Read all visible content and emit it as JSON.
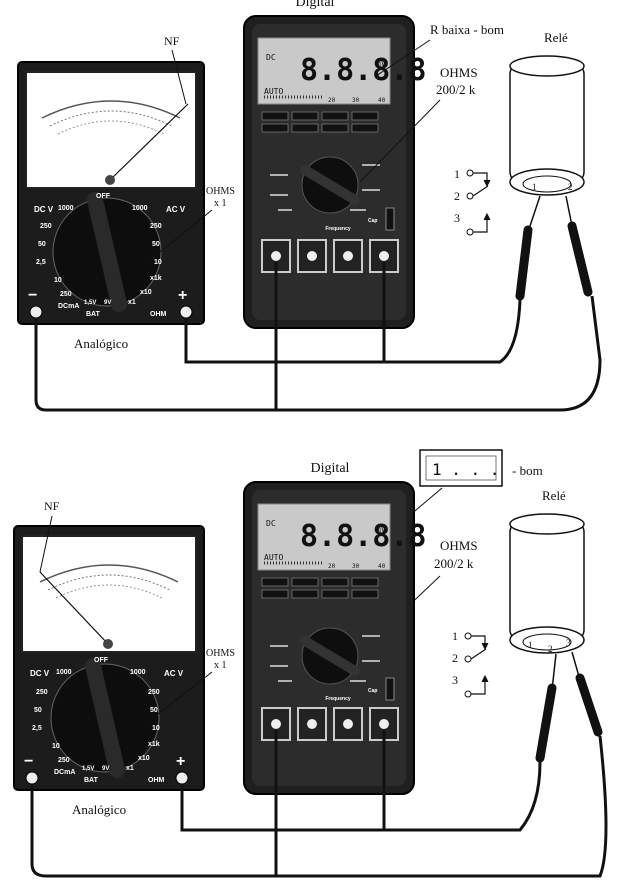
{
  "top": {
    "digital_label": "Digital",
    "lcd_reading": "8.8.8.8",
    "lcd_dc": "DC",
    "lcd_mv": "mV",
    "lcd_auto": "AUTO",
    "lcd_scale": [
      "20",
      "30",
      "40"
    ],
    "annotation_r": "R baixa - bom",
    "ohms_label": "OHMS",
    "ohms_range": "200/2 k",
    "frequency_label": "Frequency",
    "cap_label": "Cap",
    "analog_label": "Analógico",
    "nf_label": "NF",
    "analog_ohms": "OHMS",
    "analog_ohms_x": "x 1",
    "rele_label": "Relé",
    "contacts": [
      "1",
      "2",
      "3"
    ],
    "relay_pins": [
      "1",
      "2"
    ]
  },
  "bottom": {
    "digital_label": "Digital",
    "display_reading": "1 . . .",
    "display_suffix": "- bom",
    "lcd_reading": "8.8.8.8",
    "lcd_dc": "DC",
    "lcd_mv": "mV",
    "lcd_auto": "AUTO",
    "lcd_scale": [
      "20",
      "30",
      "40"
    ],
    "ohms_label": "OHMS",
    "ohms_range": "200/2 k",
    "frequency_label": "Frequency",
    "cap_label": "Cap",
    "analog_label": "Analógico",
    "nf_label": "NF",
    "analog_ohms": "OHMS",
    "analog_ohms_x": "x 1",
    "rele_label": "Relé",
    "contacts": [
      "1",
      "2",
      "3"
    ],
    "relay_pins": [
      "1",
      "2",
      "3"
    ]
  },
  "analog_dial": {
    "dc_v": "DC V",
    "ac_v": "AC V",
    "off": "OFF",
    "left_ranges": [
      "1000",
      "250",
      "50",
      "2,5"
    ],
    "right_ranges": [
      "1000",
      "250",
      "50",
      "10"
    ],
    "lower_left": [
      "10",
      "250"
    ],
    "lower_right": [
      "x1k",
      "x10",
      "x1"
    ],
    "dcma": "DCmA",
    "bat": "BAT",
    "ohm": "OHM",
    "bat_values": [
      "1,5V",
      "9V"
    ],
    "minus": "−",
    "plus": "+"
  }
}
